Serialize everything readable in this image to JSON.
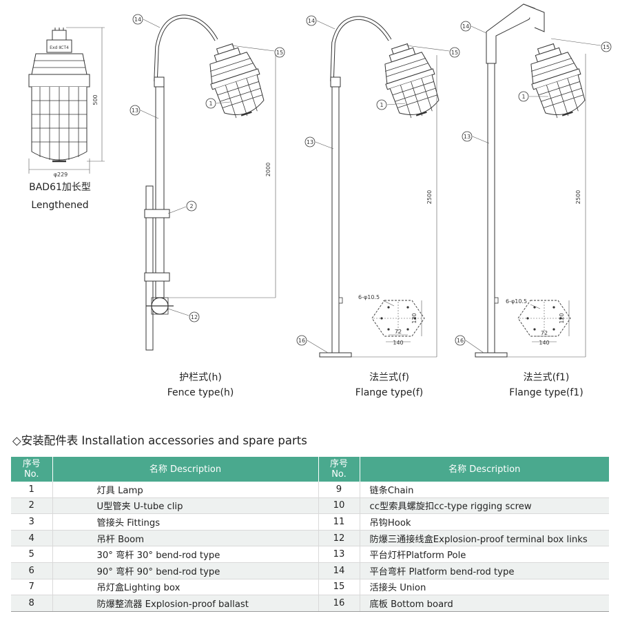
{
  "lamp": {
    "label_zh": "BAD61加长型",
    "label_en": "Lengthened",
    "dim_height": "500",
    "dim_width": "φ229",
    "nameplate": "Exd ⅡCT4"
  },
  "figures": [
    {
      "caption_zh": "护栏式(h)",
      "caption_en": "Fence type(h)",
      "height_dim": "2000"
    },
    {
      "caption_zh": "法兰式(f)",
      "caption_en": "Flange type(f)",
      "height_dim": "2500",
      "flange": {
        "holes": "6-φ10.5",
        "height": "120",
        "inner": "72",
        "outer": "140"
      }
    },
    {
      "caption_zh": "法兰式(f1)",
      "caption_en": "Flange type(f1)",
      "height_dim": "2500",
      "flange": {
        "holes": "6-φ10.5",
        "height": "120",
        "inner": "72",
        "outer": "140"
      }
    }
  ],
  "callouts": [
    "1",
    "2",
    "12",
    "13",
    "14",
    "15",
    "16"
  ],
  "section_title": "◇安装配件表 Installation accessories and spare parts",
  "table": {
    "header": {
      "no_zh": "序号",
      "no_en": "No.",
      "desc": "名称 Description"
    },
    "header_color": "#4aa98e",
    "rows": [
      {
        "no": "1",
        "desc": "灯具 Lamp",
        "no2": "9",
        "desc2": "链条Chain"
      },
      {
        "no": "2",
        "desc": "U型管夹 U-tube clip",
        "no2": "10",
        "desc2": "cc型索具螺旋扣cc-type rigging screw"
      },
      {
        "no": "3",
        "desc": "管接头 Fittings",
        "no2": "11",
        "desc2": "吊钩Hook"
      },
      {
        "no": "4",
        "desc": "吊杆 Boom",
        "no2": "12",
        "desc2": "防爆三通接线盒Explosion-proof terminal box links"
      },
      {
        "no": "5",
        "desc": "30° 弯杆 30° bend-rod type",
        "no2": "13",
        "desc2": "平台灯杆Platform Pole"
      },
      {
        "no": "6",
        "desc": "90° 弯杆 90° bend-rod type",
        "no2": "14",
        "desc2": "平台弯杆 Platform bend-rod type"
      },
      {
        "no": "7",
        "desc": "吊灯盒Lighting box",
        "no2": "15",
        "desc2": "活接头 Union"
      },
      {
        "no": "8",
        "desc": "防爆整流器 Explosion-proof ballast",
        "no2": "16",
        "desc2": "底板 Bottom board"
      }
    ]
  }
}
